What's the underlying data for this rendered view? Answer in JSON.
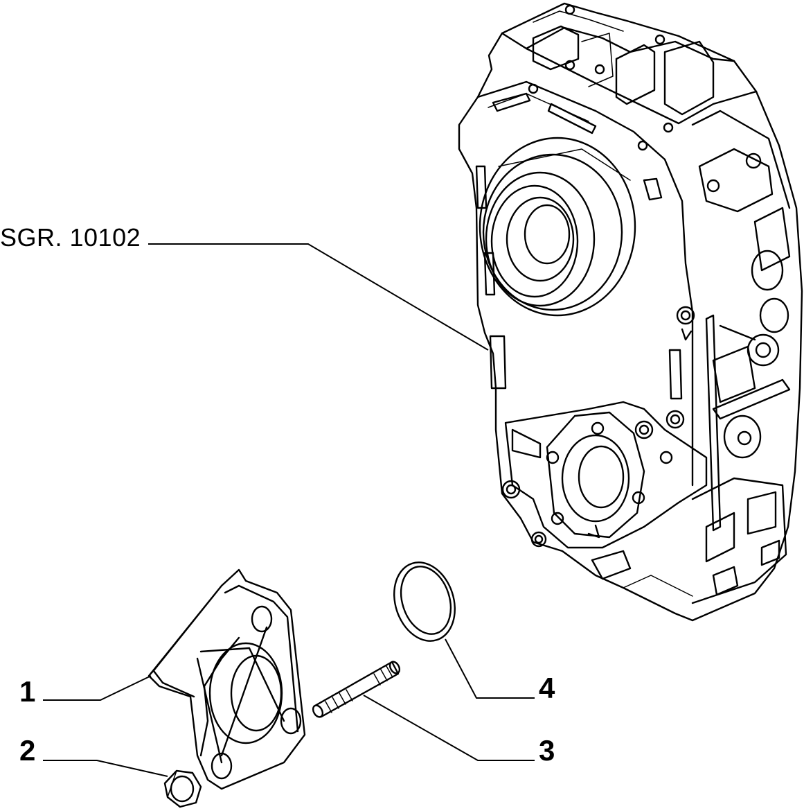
{
  "reference": {
    "text": "SGR. 10102"
  },
  "callouts": [
    {
      "number": "1"
    },
    {
      "number": "2"
    },
    {
      "number": "3"
    },
    {
      "number": "4"
    }
  ]
}
